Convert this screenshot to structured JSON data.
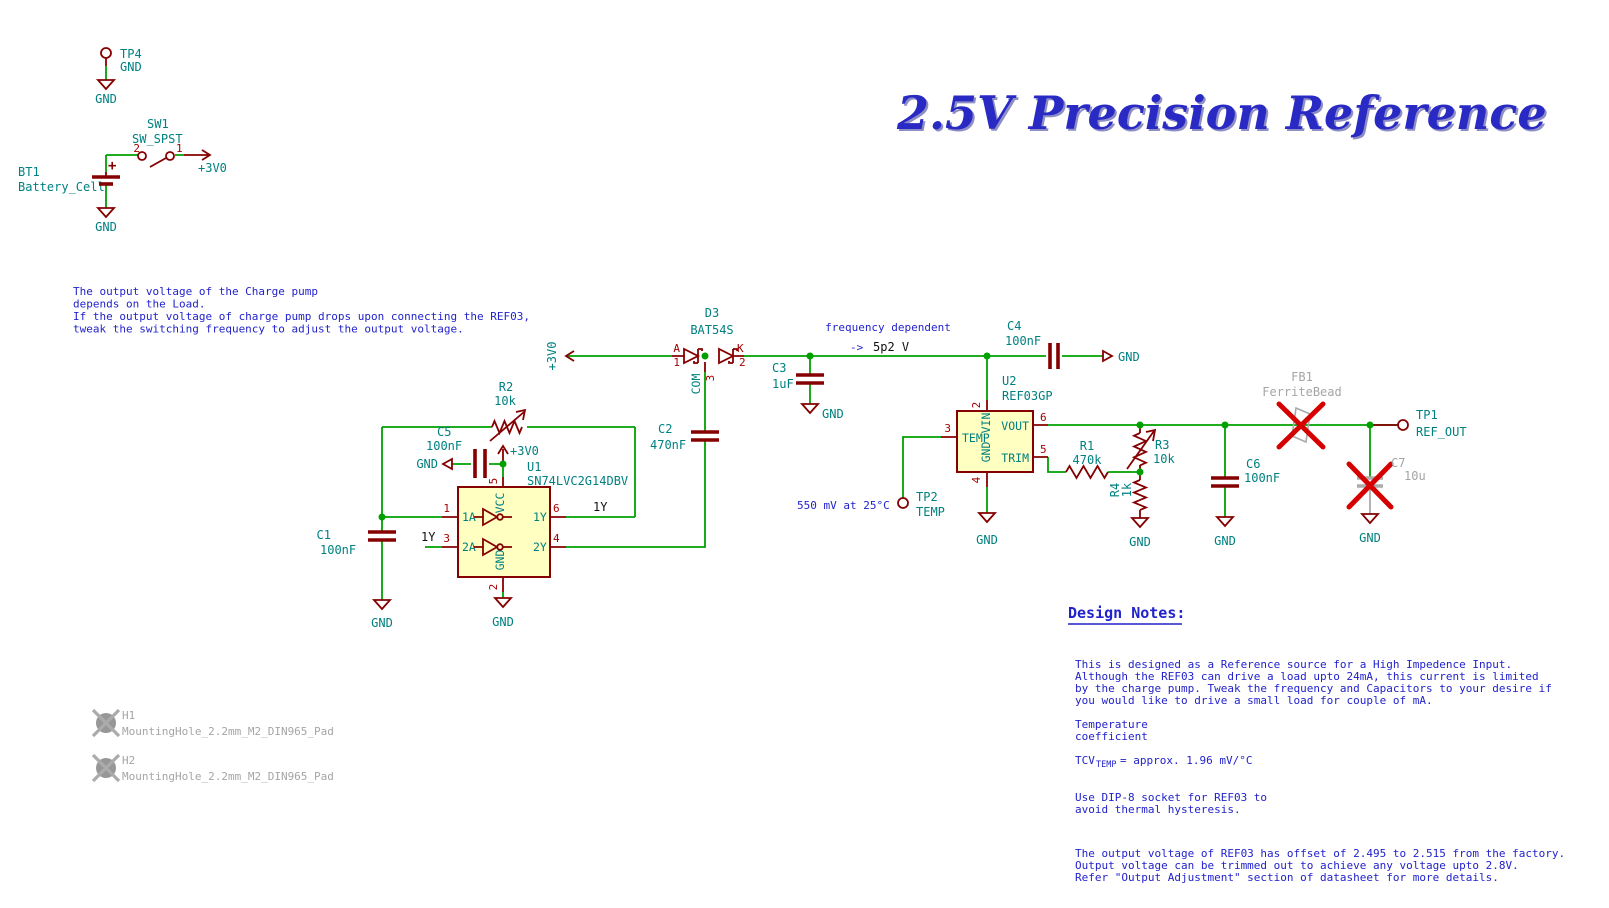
{
  "title": "2.5V Precision Reference",
  "power_labels": {
    "gnd": "GND",
    "p3v0": "+3V0"
  },
  "net_labels": {
    "y1": "1Y",
    "pump_v": "5p2 V"
  },
  "annotations": {
    "charge_pump_note": [
      "The output voltage of the Charge pump",
      "depends on the Load.",
      "If the output voltage of charge pump drops upon connecting the REF03,",
      "tweak the switching frequency to adjust the output voltage."
    ],
    "freq_dep": "frequency dependent",
    "freq_arrow": "->",
    "temp_mv": "550 mV at 25°C"
  },
  "components": {
    "tp4": {
      "ref": "TP4",
      "value": "GND"
    },
    "bt1": {
      "ref": "BT1",
      "value": "Battery_Cell"
    },
    "sw1": {
      "ref": "SW1",
      "value": "SW_SPST",
      "pin1": "1",
      "pin2": "2"
    },
    "d3": {
      "ref": "D3",
      "value": "BAT54S",
      "pin_a": "A",
      "pin_1": "1",
      "pin_k": "K",
      "pin_2": "2",
      "pin_com": "COM",
      "pin_3": "3"
    },
    "c1": {
      "ref": "C1",
      "value": "100nF"
    },
    "c2": {
      "ref": "C2",
      "value": "470nF"
    },
    "c3": {
      "ref": "C3",
      "value": "1uF"
    },
    "c4": {
      "ref": "C4",
      "value": "100nF"
    },
    "c5": {
      "ref": "C5",
      "value": "100nF"
    },
    "c6": {
      "ref": "C6",
      "value": "100nF"
    },
    "c7": {
      "ref": "C7",
      "value": "10u"
    },
    "r1": {
      "ref": "R1",
      "value": "470k"
    },
    "r2": {
      "ref": "R2",
      "value": "10k"
    },
    "r3": {
      "ref": "R3",
      "value": "10k"
    },
    "r4": {
      "ref": "R4",
      "value": "1k"
    },
    "fb1": {
      "ref": "FB1",
      "value": "FerriteBead"
    },
    "tp1": {
      "ref": "TP1",
      "value": "REF_OUT"
    },
    "tp2": {
      "ref": "TP2",
      "value": "TEMP"
    },
    "h1": {
      "ref": "H1",
      "value": "MountingHole_2.2mm_M2_DIN965_Pad"
    },
    "h2": {
      "ref": "H2",
      "value": "MountingHole_2.2mm_M2_DIN965_Pad"
    },
    "u1": {
      "ref": "U1",
      "value": "SN74LVC2G14DBV",
      "pin_numbers": {
        "n1": "1",
        "n2": "2",
        "n3": "3",
        "n4": "4",
        "n5": "5",
        "n6": "6"
      },
      "pin_names": {
        "a1": "1A",
        "a2": "2A",
        "y1": "1Y",
        "y2": "2Y",
        "vcc": "VCC",
        "gnd": "GND"
      }
    },
    "u2": {
      "ref": "U2",
      "value": "REF03GP",
      "pin_numbers": {
        "n2": "2",
        "n3": "3",
        "n4": "4",
        "n5": "5",
        "n6": "6"
      },
      "pin_names": {
        "vin": "VIN",
        "gnd": "GND",
        "temp": "TEMP",
        "vout": "VOUT",
        "trim": "TRIM"
      }
    }
  },
  "design_notes": {
    "heading": "Design Notes:",
    "p1": [
      "This is designed as a Reference source for a High Impedence Input.",
      "Although the REF03 can drive a load upto 24mA, this current is limited",
      "by the charge pump. Tweak the frequency and Capacitors to your desire if",
      "you would like to drive a small load for couple of mA."
    ],
    "temp_label": [
      "Temperature",
      "coefficient"
    ],
    "tcv_prefix": "TCV",
    "tcv_sub": "TEMP",
    "tcv_rest": "= approx. 1.96 mV/°C",
    "p3": [
      "Use DIP-8 socket for REF03 to",
      "avoid thermal hysteresis."
    ],
    "p4": [
      "The output voltage of REF03 has offset of 2.495 to 2.515 from the factory.",
      "Output voltage can be trimmed out to achieve any voltage upto 2.8V.",
      "Refer \"Output Adjustment\" section of datasheet for more details."
    ]
  }
}
